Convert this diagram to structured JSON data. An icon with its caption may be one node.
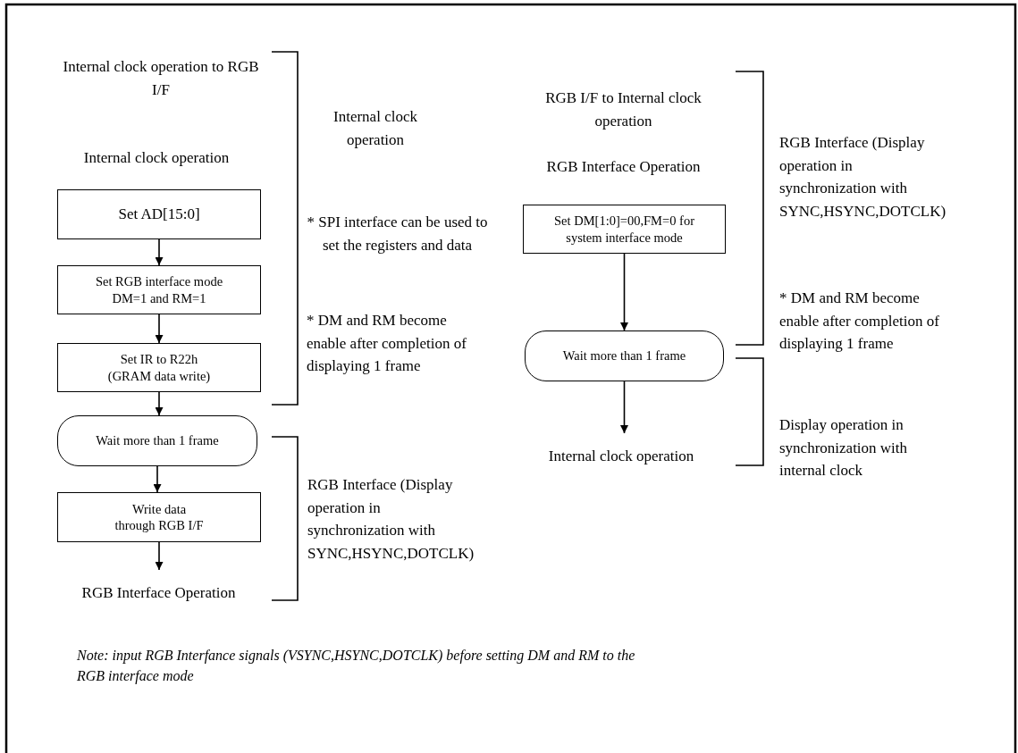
{
  "diagram": {
    "nodes": [
      {
        "text": [
          "Set AD[15:0]"
        ]
      },
      {
        "text": [
          "Set RGB interface mode DM=1 and RM=1"
        ]
      },
      {
        "text": [
          "Set IR to R22h (GRAM data write)"
        ]
      },
      {
        "text": [
          "Wait more than 1 frame"
        ]
      },
      {
        "text": [
          "Write data through RGB I/F"
        ]
      },
      {
        "text": [
          "RGB Interface Operation"
        ]
      },
      {
        "text": [
          "Set DM[1:0]=00,FM=0 for system interface mode"
        ]
      },
      {
        "text": [
          "Wait more than 1 frame"
        ]
      },
      {
        "text": [
          "Internal clock operation"
        ]
      }
    ],
    "edges": [
      {
        "from": 0,
        "to": 1,
        "arrow": "to"
      },
      {
        "from": 1,
        "to": 2,
        "arrow": "to"
      },
      {
        "from": 2,
        "to": 3,
        "arrow": "to"
      },
      {
        "from": 3,
        "to": 4,
        "arrow": "to"
      },
      {
        "from": 4,
        "to": 5,
        "arrow": "to"
      },
      {
        "from": 6,
        "to": 7,
        "arrow": "to"
      },
      {
        "from": 7,
        "to": 8,
        "arrow": "to"
      }
    ],
    "labels": [
      "Internal clock operation to RGB I/F",
      "Internal clock operation",
      "Internal clock operation",
      "* SPI interface can be used to set the registers and data",
      "* DM and RM become enable after completion of displaying 1 frame",
      "RGB Interface (Display operation in synchronization with SYNC,HSYNC,DOTCLK)",
      "RGB I/F to Internal clock operation",
      "RGB Interface Operation",
      "RGB Interface (Display operation in synchronization with SYNC,HSYNC,DOTCLK)",
      "* DM and RM become enable after completion of displaying 1 frame",
      "Display operation in synchronization with internal clock",
      "Note: input RGB Interfance signals (VSYNC,HSYNC,DOTCLK) before setting DM and RM to the RGB interface mode"
    ]
  }
}
